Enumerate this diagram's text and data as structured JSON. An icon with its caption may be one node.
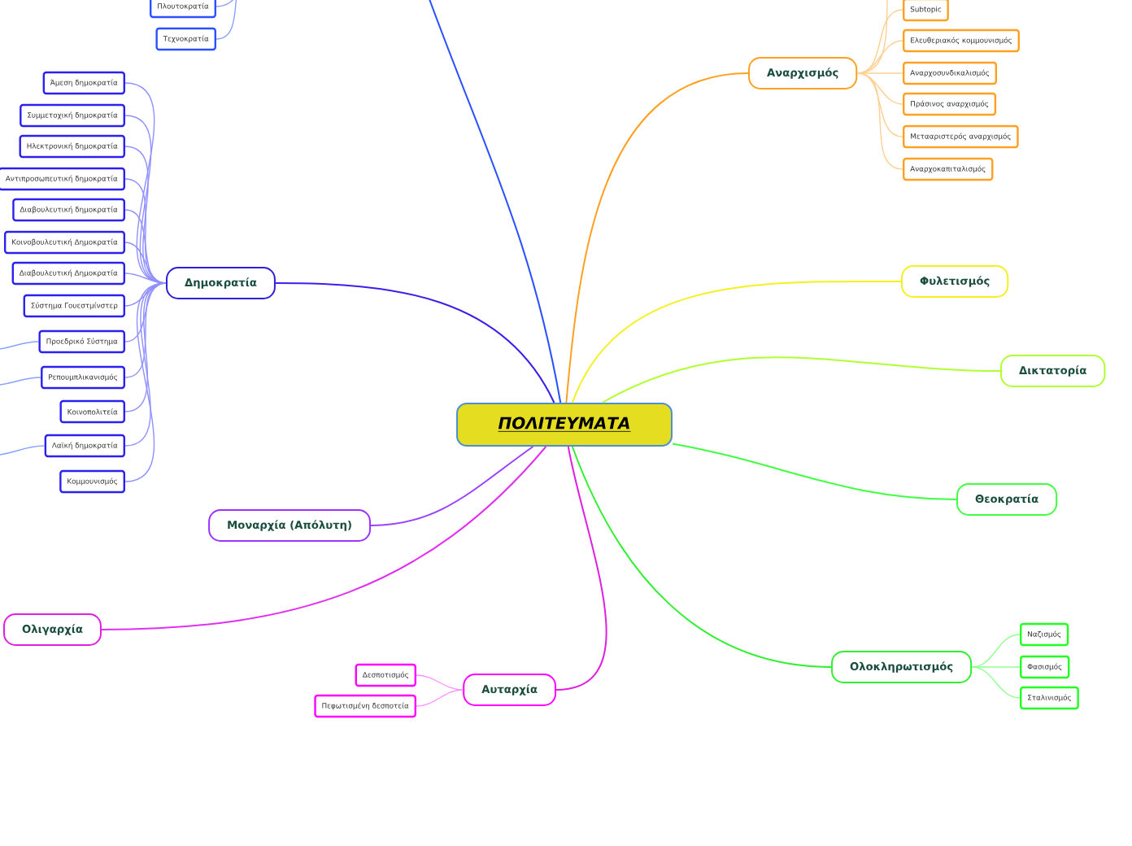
{
  "diagram": {
    "nodes": [
      {
        "text": [
          "ΠΟΛΙΤΕΥΜΑΤΑ"
        ]
      },
      {
        "text": [
          "Πλουτοκρατία"
        ]
      },
      {
        "text": [
          "Τεχνοκρατία"
        ]
      },
      {
        "text": [
          "Αναρχισμός"
        ]
      },
      {
        "text": [
          "Subtopic"
        ]
      },
      {
        "text": [
          "Ελευθεριακός κομμουνισμός"
        ]
      },
      {
        "text": [
          "Αναρχοσυνδικαλισμός"
        ]
      },
      {
        "text": [
          "Πράσινος αναρχισμός"
        ]
      },
      {
        "text": [
          "Μετααριστερός αναρχισμός"
        ]
      },
      {
        "text": [
          "Αναρχοκαπιταλισμός"
        ]
      },
      {
        "text": [
          "Δημοκρατία"
        ]
      },
      {
        "text": [
          "Άμεση δημοκρατία"
        ]
      },
      {
        "text": [
          "Συμμετοχική δημοκρατία"
        ]
      },
      {
        "text": [
          "Ηλεκτρονική δημοκρατία"
        ]
      },
      {
        "text": [
          "Αντιπροσωπευτική δημοκρατία"
        ]
      },
      {
        "text": [
          "Διαβουλευτική δημοκρατία"
        ]
      },
      {
        "text": [
          "Κοινοβουλευτική Δημοκρατία"
        ]
      },
      {
        "text": [
          "Διαβουλευτική Δημοκρατία"
        ]
      },
      {
        "text": [
          "Σύστημα Γουεστμίνστερ"
        ]
      },
      {
        "text": [
          "Προεδρικό Σύστημα"
        ]
      },
      {
        "text": [
          "Ρεπουμπλικανισμός"
        ]
      },
      {
        "text": [
          "Κοινοπολιτεία"
        ]
      },
      {
        "text": [
          "Λαϊκή δημοκρατία"
        ]
      },
      {
        "text": [
          "Κομμουνισμός"
        ]
      },
      {
        "text": [
          "Φυλετισμός"
        ]
      },
      {
        "text": [
          "Δικτατορία"
        ]
      },
      {
        "text": [
          "Θεοκρατία"
        ]
      },
      {
        "text": [
          "Μοναρχία (Απόλυτη)"
        ]
      },
      {
        "text": [
          "Ολιγαρχία"
        ]
      },
      {
        "text": [
          "Αυταρχία"
        ]
      },
      {
        "text": [
          "Δεσποτισμός"
        ]
      },
      {
        "text": [
          "Πεφωτισμένη δεσποτεία"
        ]
      },
      {
        "text": [
          "Ολοκληρωτισμός"
        ]
      },
      {
        "text": [
          "Ναζισμός"
        ]
      },
      {
        "text": [
          "Φασισμός"
        ]
      },
      {
        "text": [
          "Σταλινισμός"
        ]
      }
    ],
    "edges": [
      {
        "from": null,
        "to": 0,
        "arrow": "none",
        "color": "#2b50ff"
      },
      {
        "from": 1,
        "to": null,
        "arrow": "none",
        "color": "#8aa0ff"
      },
      {
        "from": 2,
        "to": null,
        "arrow": "none",
        "color": "#8aa0ff"
      },
      {
        "from": 0,
        "to": 3,
        "arrow": "none",
        "color": "#ffa020"
      },
      {
        "from": 3,
        "to": 4,
        "arrow": "none",
        "color": "#ffd090"
      },
      {
        "from": 3,
        "to": 5,
        "arrow": "none",
        "color": "#ffd090"
      },
      {
        "from": 3,
        "to": 6,
        "arrow": "none",
        "color": "#ffd090"
      },
      {
        "from": 3,
        "to": 7,
        "arrow": "none",
        "color": "#ffd090"
      },
      {
        "from": 3,
        "to": 8,
        "arrow": "none",
        "color": "#ffd090"
      },
      {
        "from": 3,
        "to": 9,
        "arrow": "none",
        "color": "#ffd090"
      },
      {
        "from": 3,
        "to": null,
        "arrow": "none",
        "color": "#ffd090"
      },
      {
        "from": 0,
        "to": 10,
        "arrow": "none",
        "color": "#3a20e8"
      },
      {
        "from": 10,
        "to": 11,
        "arrow": "none",
        "color": "#9090ff"
      },
      {
        "from": 10,
        "to": 12,
        "arrow": "none",
        "color": "#9090ff"
      },
      {
        "from": 10,
        "to": 13,
        "arrow": "none",
        "color": "#9090ff"
      },
      {
        "from": 10,
        "to": 14,
        "arrow": "none",
        "color": "#9090ff"
      },
      {
        "from": 10,
        "to": 15,
        "arrow": "none",
        "color": "#9090ff"
      },
      {
        "from": 10,
        "to": 16,
        "arrow": "none",
        "color": "#9090ff"
      },
      {
        "from": 10,
        "to": 17,
        "arrow": "none",
        "color": "#9090ff"
      },
      {
        "from": 10,
        "to": 18,
        "arrow": "none",
        "color": "#9090ff"
      },
      {
        "from": 10,
        "to": 19,
        "arrow": "none",
        "color": "#9090ff"
      },
      {
        "from": 10,
        "to": 20,
        "arrow": "none",
        "color": "#9090ff"
      },
      {
        "from": 10,
        "to": 21,
        "arrow": "none",
        "color": "#9090ff"
      },
      {
        "from": 10,
        "to": 22,
        "arrow": "none",
        "color": "#9090ff"
      },
      {
        "from": 10,
        "to": 23,
        "arrow": "none",
        "color": "#9090ff"
      },
      {
        "from": 19,
        "to": null,
        "arrow": "none",
        "color": "#8aa0ff"
      },
      {
        "from": 20,
        "to": null,
        "arrow": "none",
        "color": "#8aa0ff"
      },
      {
        "from": 22,
        "to": null,
        "arrow": "none",
        "color": "#8aa0ff"
      },
      {
        "from": 0,
        "to": 24,
        "arrow": "none",
        "color": "#f5f020"
      },
      {
        "from": 0,
        "to": 25,
        "arrow": "none",
        "color": "#b0ff30"
      },
      {
        "from": 0,
        "to": 26,
        "arrow": "none",
        "color": "#40ff40"
      },
      {
        "from": 0,
        "to": 32,
        "arrow": "none",
        "color": "#30f030"
      },
      {
        "from": 32,
        "to": 33,
        "arrow": "none",
        "color": "#90ff90"
      },
      {
        "from": 32,
        "to": 34,
        "arrow": "none",
        "color": "#90ff90"
      },
      {
        "from": 32,
        "to": 35,
        "arrow": "none",
        "color": "#90ff90"
      },
      {
        "from": 0,
        "to": 29,
        "arrow": "none",
        "color": "#e020e0"
      },
      {
        "from": 29,
        "to": 30,
        "arrow": "none",
        "color": "#ff90ff"
      },
      {
        "from": 29,
        "to": 31,
        "arrow": "none",
        "color": "#ff90ff"
      },
      {
        "from": 0,
        "to": 28,
        "arrow": "none",
        "color": "#e030f0"
      },
      {
        "from": 0,
        "to": 27,
        "arrow": "none",
        "color": "#9a40ff"
      }
    ]
  }
}
